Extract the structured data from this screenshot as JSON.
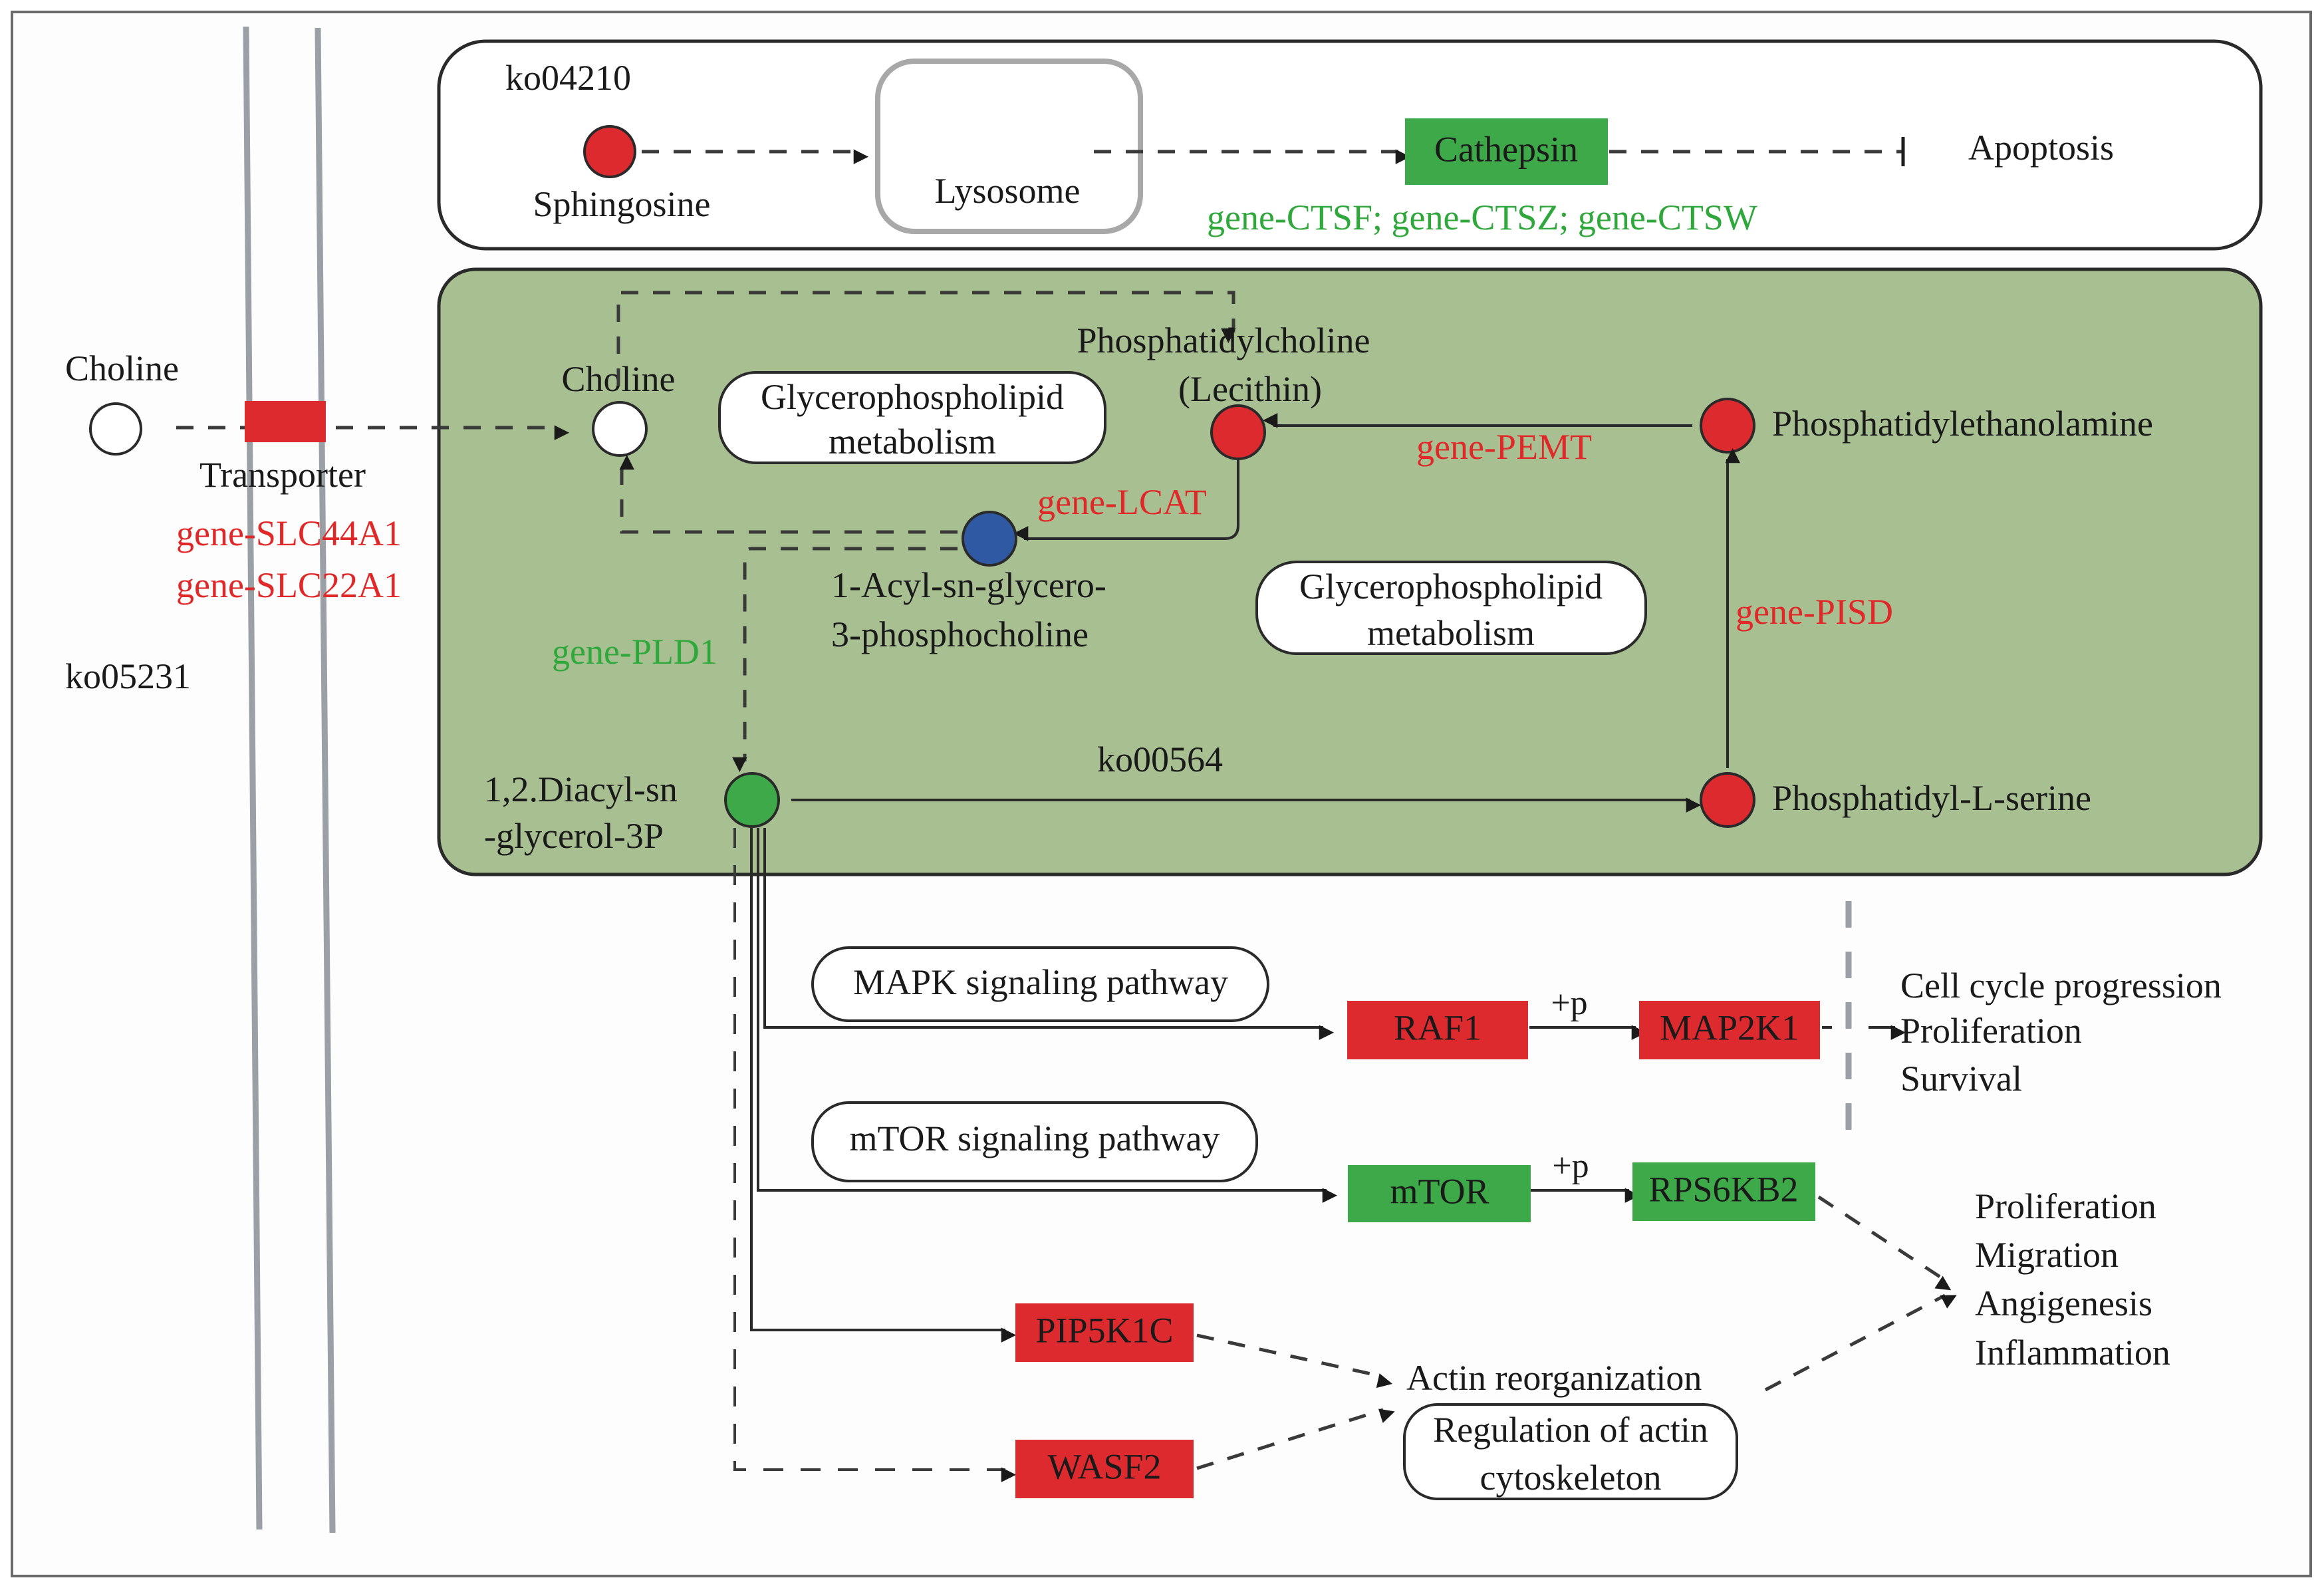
{
  "colors": {
    "up_regulated": "#dd2a2e",
    "down_regulated": "#3da948",
    "compound_blue": "#2f5aa3",
    "compound_none": "#ffffff",
    "pathway_region": "#a8bf92",
    "gene_red_text": "#e02828",
    "gene_green_text": "#2ea83a"
  },
  "regions": {
    "outer_map_id": "ko05231",
    "top_map_id": "ko04210",
    "green_map_id": "ko00564"
  },
  "top_section": {
    "sphingosine": "Sphingosine",
    "lysosome": "Lysosome",
    "cathepsin": "Cathepsin",
    "cathepsin_genes": "gene-CTSF; gene-CTSZ; gene-CTSW",
    "apoptosis": "Apoptosis"
  },
  "transport": {
    "choline_outside": "Choline",
    "transporter_label": "Transporter",
    "genes": [
      "gene-SLC44A1",
      "gene-SLC22A1"
    ]
  },
  "glycerophospholipid": {
    "choline_inside": "Choline",
    "map_link_1": [
      "Glycerophospholipid",
      "metabolism"
    ],
    "map_link_2": [
      "Glycerophospholipid",
      "metabolism"
    ],
    "phosphatidylcholine": [
      "Phosphatidylcholine",
      "(Lecithin)"
    ],
    "phosphatidylethanolamine": "Phosphatidylethanolamine",
    "phosphatidylserine": "Phosphatidyl-L-serine",
    "acyl_gpc": [
      "1-Acyl-sn-glycero-",
      "3-phosphocholine"
    ],
    "diacylglycerol_3p": [
      "1,2.Diacyl-sn",
      "-glycerol-3P"
    ],
    "genes": {
      "pemt": "gene-PEMT",
      "lcat": "gene-LCAT",
      "pisd": "gene-PISD",
      "pld1": "gene-PLD1"
    }
  },
  "signaling": {
    "mapk_pathway": "MAPK signaling pathway",
    "mtor_pathway": "mTOR signaling pathway",
    "phospho_label": "+p",
    "raf1": "RAF1",
    "map2k1": "MAP2K1",
    "mtor": "mTOR",
    "rps6kb2": "RPS6KB2",
    "pip5k1c": "PIP5K1C",
    "wasf2": "WASF2",
    "actin_reorganization": "Actin reorganization",
    "actin_map_link": [
      "Regulation of actin",
      "cytoskeleton"
    ]
  },
  "outcomes": {
    "group_1": [
      "Cell cycle progression",
      "Proliferation",
      "Survival"
    ],
    "group_2": [
      "Proliferation",
      "Migration",
      "Angigenesis",
      "Inflammation"
    ]
  }
}
